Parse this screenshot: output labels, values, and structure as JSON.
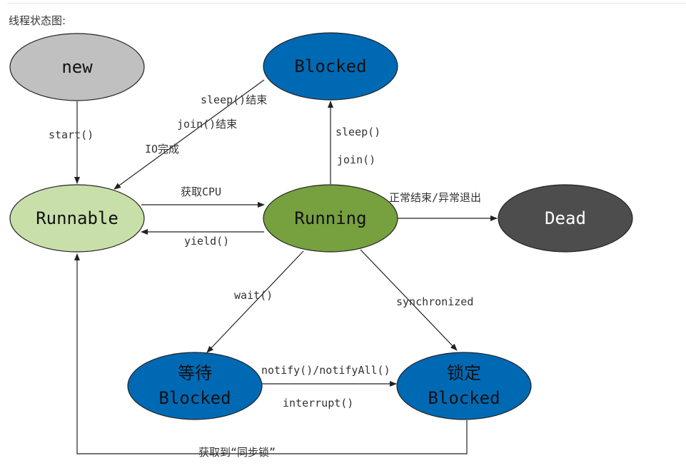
{
  "heading": "线程状态图:",
  "colors": {
    "new": "#c0c0c0",
    "blocked": "#0069b4",
    "runnable": "#c9dfaa",
    "running": "#77a03f",
    "dead": "#4d4d4d",
    "outline": "#222222",
    "arrow": "#222222"
  },
  "nodes": {
    "new": "new",
    "blocked_top": "Blocked",
    "runnable": "Runnable",
    "running": "Running",
    "dead": "Dead",
    "wait_blocked_line1": "等待",
    "wait_blocked_line2": "Blocked",
    "lock_blocked_line1": "锁定",
    "lock_blocked_line2": "Blocked"
  },
  "edges": {
    "start": "start()",
    "sleep_end": "sleep()结束",
    "join_end": "join()结束",
    "io_done": "IO完成",
    "get_cpu": "获取CPU",
    "yield": "yield()",
    "sleep": "sleep()",
    "join": "join()",
    "normal_exit": "正常结束/异常退出",
    "wait": "wait()",
    "synchronized": "synchronized",
    "notify": "notify()/notifyAll()",
    "interrupt": "interrupt()",
    "acquire_lock": "获取到“同步锁”"
  }
}
